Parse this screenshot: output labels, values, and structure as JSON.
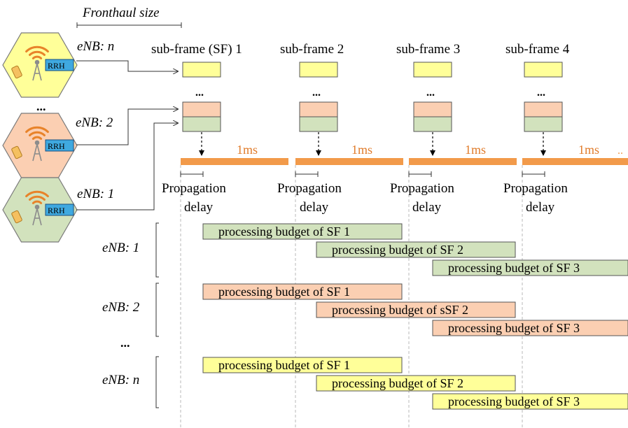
{
  "fronthaul_label": "Fronthaul size",
  "ellipsis": "...",
  "continuation": "..",
  "colors": {
    "yellow": "#ffff99",
    "peach": "#fbcfb2",
    "green": "#d2e2bd",
    "orange": "#f29a4a",
    "rrh": "#3fa9e0",
    "dash": "#b8b8b8"
  },
  "enbs": [
    {
      "label": "eNB: n",
      "color": "yellow",
      "rrh": "RRH"
    },
    {
      "label": "eNB: 2",
      "color": "peach",
      "rrh": "RRH"
    },
    {
      "label": "eNB: 1",
      "color": "green",
      "rrh": "RRH"
    }
  ],
  "subframes": [
    {
      "title": "sub-frame (SF) 1",
      "tti": "1ms",
      "prop_line1": "Propagation",
      "prop_line2": "delay"
    },
    {
      "title": "sub-frame 2",
      "tti": "1ms",
      "prop_line1": "Propagation",
      "prop_line2": "delay"
    },
    {
      "title": "sub-frame 3",
      "tti": "1ms",
      "prop_line1": "Propagation",
      "prop_line2": "delay"
    },
    {
      "title": "sub-frame 4",
      "tti": "1ms",
      "prop_line1": "Propagation",
      "prop_line2": "delay"
    }
  ],
  "budget_groups": [
    {
      "label": "eNB: 1",
      "color": "green",
      "bars": [
        "processing budget of SF 1",
        "processing budget of SF 2",
        "processing budget of SF 3"
      ]
    },
    {
      "label": "eNB: 2",
      "color": "peach",
      "bars": [
        "processing budget of SF 1",
        "processing budget of sSF 2",
        "processing budget of SF 3"
      ]
    },
    {
      "label": "eNB: n",
      "color": "yellow",
      "bars": [
        "processing budget of SF 1",
        "processing budget of SF 2",
        "processing budget of SF 3"
      ]
    }
  ]
}
